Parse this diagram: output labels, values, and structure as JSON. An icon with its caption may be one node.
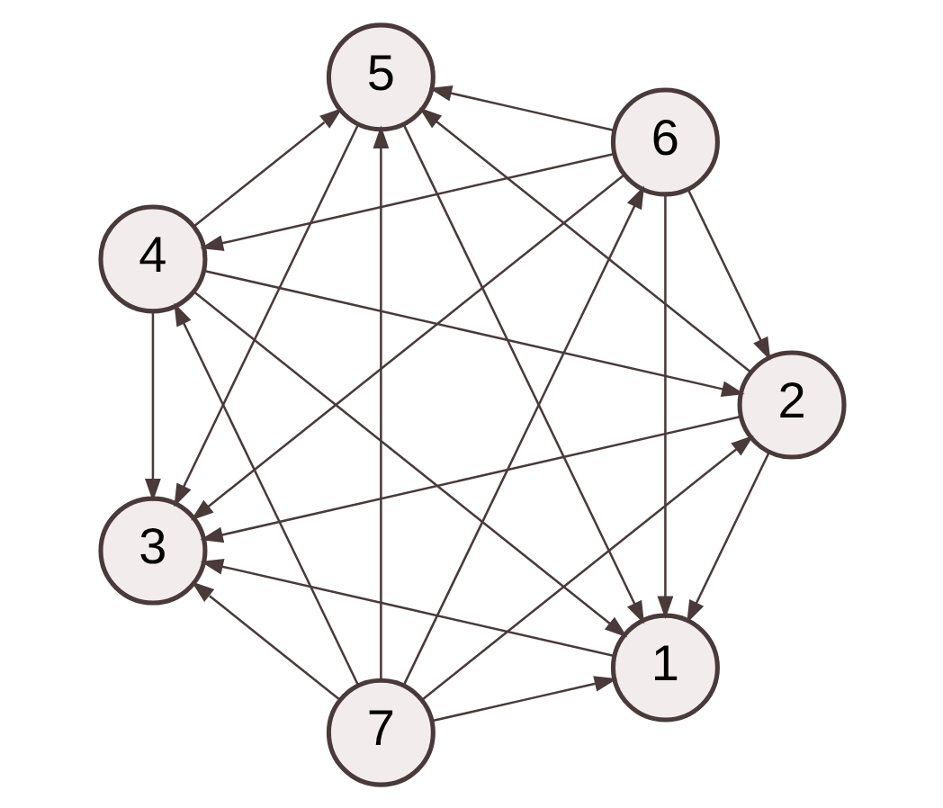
{
  "diagram": {
    "nodes": [
      {
        "text": [
          "1"
        ]
      },
      {
        "text": [
          "2"
        ]
      },
      {
        "text": [
          "3"
        ]
      },
      {
        "text": [
          "4"
        ]
      },
      {
        "text": [
          "5"
        ]
      },
      {
        "text": [
          "6"
        ]
      },
      {
        "text": [
          "7"
        ]
      }
    ],
    "edges": [
      {
        "from": 1,
        "to": 0,
        "arrow": "to"
      },
      {
        "from": 0,
        "to": 2,
        "arrow": "to"
      },
      {
        "from": 1,
        "to": 2,
        "arrow": "to"
      },
      {
        "from": 1,
        "to": 4,
        "arrow": "to"
      },
      {
        "from": 3,
        "to": 0,
        "arrow": "to"
      },
      {
        "from": 3,
        "to": 1,
        "arrow": "to"
      },
      {
        "from": 3,
        "to": 2,
        "arrow": "to"
      },
      {
        "from": 3,
        "to": 4,
        "arrow": "to"
      },
      {
        "from": 4,
        "to": 0,
        "arrow": "to"
      },
      {
        "from": 4,
        "to": 2,
        "arrow": "to"
      },
      {
        "from": 5,
        "to": 0,
        "arrow": "to"
      },
      {
        "from": 5,
        "to": 1,
        "arrow": "to"
      },
      {
        "from": 5,
        "to": 2,
        "arrow": "to"
      },
      {
        "from": 5,
        "to": 3,
        "arrow": "to"
      },
      {
        "from": 5,
        "to": 4,
        "arrow": "to"
      },
      {
        "from": 6,
        "to": 0,
        "arrow": "to"
      },
      {
        "from": 6,
        "to": 1,
        "arrow": "to"
      },
      {
        "from": 6,
        "to": 2,
        "arrow": "to"
      },
      {
        "from": 6,
        "to": 3,
        "arrow": "to"
      },
      {
        "from": 6,
        "to": 4,
        "arrow": "to"
      },
      {
        "from": 6,
        "to": 5,
        "arrow": "to"
      }
    ]
  }
}
